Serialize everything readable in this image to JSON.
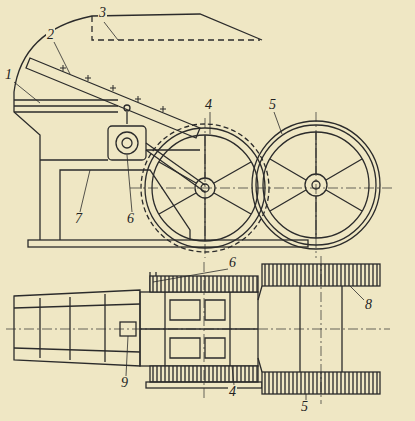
{
  "diagram": {
    "labels": [
      "3",
      "2",
      "1",
      "4",
      "5",
      "7",
      "6",
      "6",
      "8",
      "9",
      "4",
      "5"
    ]
  }
}
